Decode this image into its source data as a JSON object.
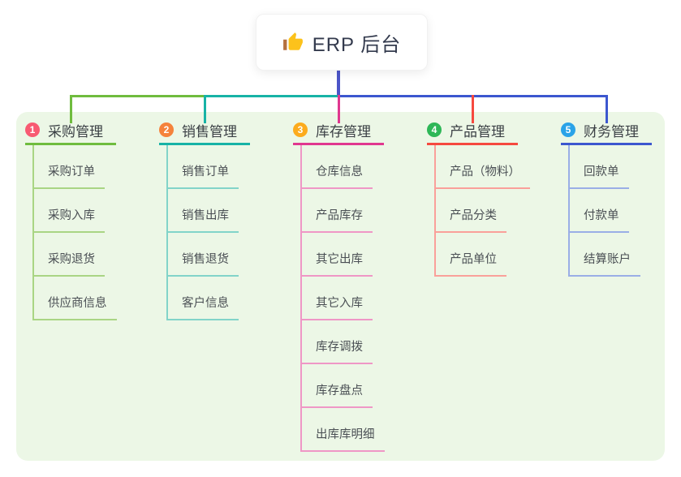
{
  "root": {
    "label": "ERP 后台",
    "icon": "thumbs-up-icon"
  },
  "colors": {
    "panel_bg": "#ecf7e6",
    "root_connector": "#4c55c8",
    "root_text": "#333a4d",
    "title_text": "#3b4045",
    "child_text": "#4a4f54"
  },
  "branches": [
    {
      "num": "1",
      "title": "采购管理",
      "badge_color": "#f85a72",
      "line_color": "#6fbc3e",
      "line_light_color": "#a9d584",
      "children": [
        "采购订单",
        "采购入库",
        "采购退货",
        "供应商信息"
      ]
    },
    {
      "num": "2",
      "title": "销售管理",
      "badge_color": "#f5823b",
      "line_color": "#17b3a6",
      "line_light_color": "#82d4c9",
      "children": [
        "销售订单",
        "销售出库",
        "销售退货",
        "客户信息"
      ]
    },
    {
      "num": "3",
      "title": "库存管理",
      "badge_color": "#fcab1d",
      "line_color": "#e0378f",
      "line_light_color": "#ef97c6",
      "children": [
        "仓库信息",
        "产品库存",
        "其它出库",
        "其它入库",
        "库存调拨",
        "库存盘点",
        "出库库明细"
      ]
    },
    {
      "num": "4",
      "title": "产品管理",
      "badge_color": "#2eb757",
      "line_color": "#f6493f",
      "line_light_color": "#faa09a",
      "children": [
        "产品（物料）",
        "产品分类",
        "产品单位"
      ]
    },
    {
      "num": "5",
      "title": "财务管理",
      "badge_color": "#2aa3e8",
      "line_color": "#3c57cf",
      "line_light_color": "#9aaee6",
      "children": [
        "回款单",
        "付款单",
        "结算账户"
      ]
    }
  ]
}
